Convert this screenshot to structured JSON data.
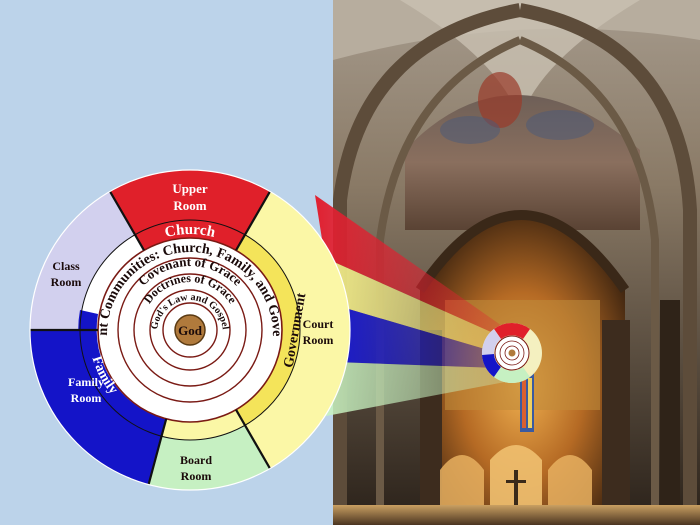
{
  "diagram": {
    "center_label": "God",
    "rings": [
      "God's Law and Gospel",
      "Doctrines of Grace",
      "Covenant of Grace",
      "Covenant Communities: Church, Family, and Government"
    ],
    "inner_bands": {
      "church": "Church",
      "family": "Family",
      "government": "Government"
    },
    "rooms": {
      "upper_line1": "Upper",
      "upper_line2": "Room",
      "class_line1": "Class",
      "class_line2": "Room",
      "family_line1": "Family",
      "family_line2": "Room",
      "board_line1": "Board",
      "board_line2": "Room",
      "court_line1": "Court",
      "court_line2": "Room"
    },
    "colors": {
      "background": "#bcd3ea",
      "upper_room": "#e0202a",
      "class_room": "#d2d0ee",
      "family_room": "#1414c8",
      "board_room": "#c6f0c2",
      "court_room": "#fbf7a6",
      "government_band": "#f4e45a",
      "center": "#b07a3c",
      "ring_line": "#7a1a14"
    }
  },
  "photo": {
    "subject": "cathedral-nave",
    "beam_colors": [
      "#e02030",
      "#f5f08a",
      "#1a1acb",
      "#c8f2c0"
    ]
  }
}
